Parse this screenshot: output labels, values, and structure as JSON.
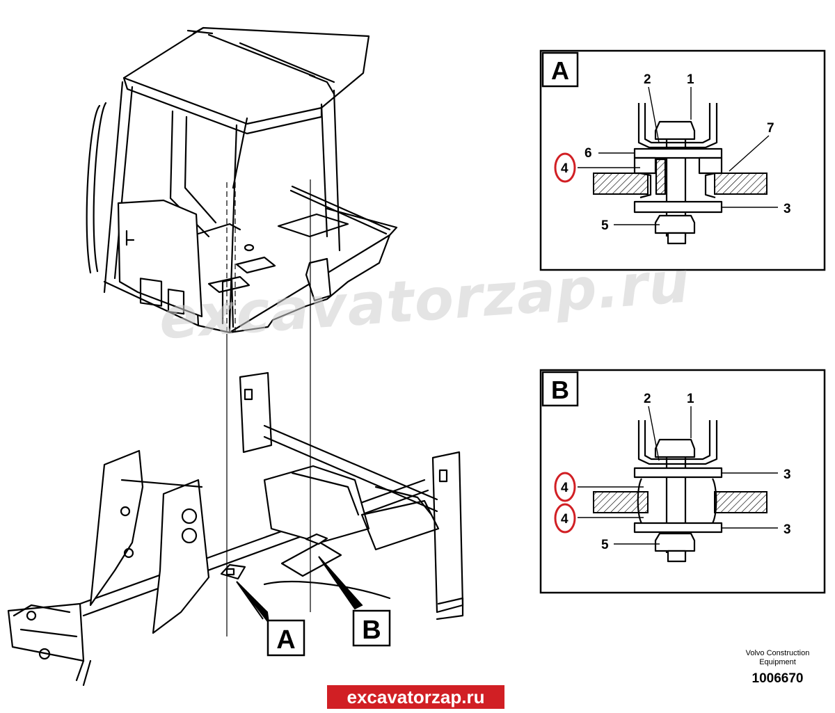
{
  "watermark": "excavatorzap.ru",
  "detail_a": {
    "label": "A",
    "callouts": [
      "1",
      "2",
      "3",
      "4",
      "5",
      "6",
      "7"
    ]
  },
  "detail_b": {
    "label": "B",
    "callouts": [
      "1",
      "2",
      "3",
      "3",
      "4",
      "4",
      "5"
    ]
  },
  "pointer_labels": {
    "a": "A",
    "b": "B"
  },
  "highlight_color": "#d11f24",
  "credit": {
    "line1": "Volvo Construction",
    "line2": "Equipment"
  },
  "document_number": "1006670",
  "site_link": "excavatorzap.ru"
}
